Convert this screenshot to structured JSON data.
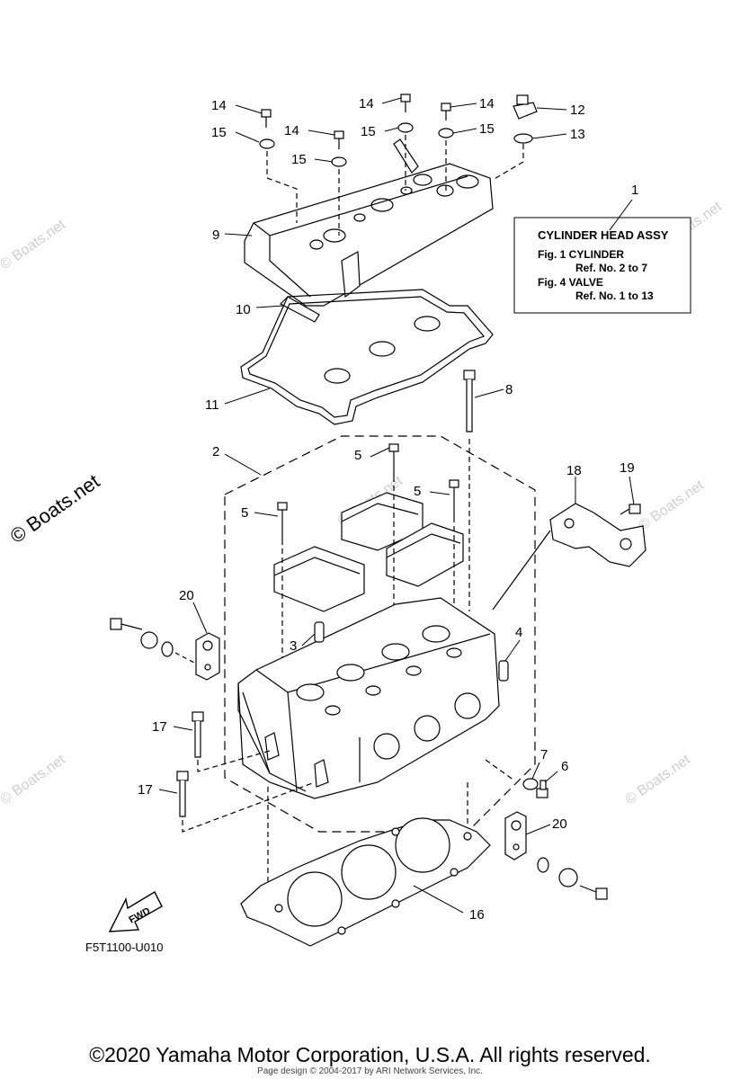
{
  "infobox": {
    "ref_number": "1",
    "title": "CYLINDER HEAD ASSY",
    "line1": "Fig. 1 CYLINDER",
    "line2": "Ref. No. 2 to 7",
    "line3": "Fig. 4 VALVE",
    "line4": "Ref. No. 1 to 13"
  },
  "callouts": {
    "c14a": "14",
    "c15a": "15",
    "c14b": "14",
    "c15b": "15",
    "c14c": "14",
    "c15c": "15",
    "c14d": "14",
    "c15d": "15",
    "c12": "12",
    "c13": "13",
    "c9": "9",
    "c10": "10",
    "c11": "11",
    "c8": "8",
    "c2": "2",
    "c5a": "5",
    "c5b": "5",
    "c5c": "5",
    "c18": "18",
    "c19": "19",
    "c20a": "20",
    "c20b": "20",
    "c3": "3",
    "c4": "4",
    "c17a": "17",
    "c17b": "17",
    "c7": "7",
    "c6": "6",
    "c16": "16"
  },
  "fwd_label": "FWD",
  "diagram_code": "F5T1100-U010",
  "watermark": "© Boats.net",
  "copyright": "©2020 Yamaha Motor Corporation, U.S.A. All rights reserved.",
  "credit": "Page design © 2004-2017 by ARI Network Services, Inc."
}
